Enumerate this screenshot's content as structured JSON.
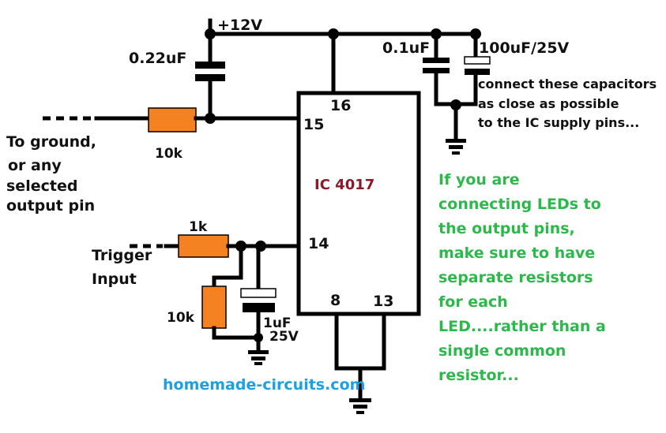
{
  "title": "IC 4017 reset and trigger input circuit",
  "colors": {
    "wire": "#000000",
    "resistor_fill": "#f58220",
    "ic_label": "#8b1a2b",
    "note_text": "#2db84b",
    "watermark": "#1ea0e0"
  },
  "supply": {
    "label": "+12V"
  },
  "ic": {
    "label": "IC 4017",
    "pins": {
      "p16": "16",
      "p15": "15",
      "p14": "14",
      "p8": "8",
      "p13": "13"
    }
  },
  "components": {
    "c_reset": {
      "label": "0.22uF"
    },
    "r_reset": {
      "label": "10k"
    },
    "c_decouple_small": {
      "label": "0.1uF"
    },
    "c_decouple_big": {
      "label": "100uF/25V"
    },
    "r_trigger_series": {
      "label": "1k"
    },
    "r_trigger_pulldown": {
      "label": "10k"
    },
    "c_trigger": {
      "label_line1": "1uF",
      "label_line2": "25V"
    }
  },
  "labels": {
    "reset_input": [
      "To ground,",
      "or any",
      "selected",
      "output pin"
    ],
    "trigger_input": [
      "Trigger",
      "Input"
    ],
    "decoupling_note": [
      "connect these capacitors",
      "as close as possible",
      "to the IC supply pins..."
    ],
    "led_note": [
      "If you are",
      "connecting LEDs to",
      "the output pins,",
      "make sure to have",
      "separate resistors",
      "for each",
      "LED....rather than a",
      "single common",
      "resistor..."
    ]
  },
  "watermark": "homemade-circuits.com"
}
